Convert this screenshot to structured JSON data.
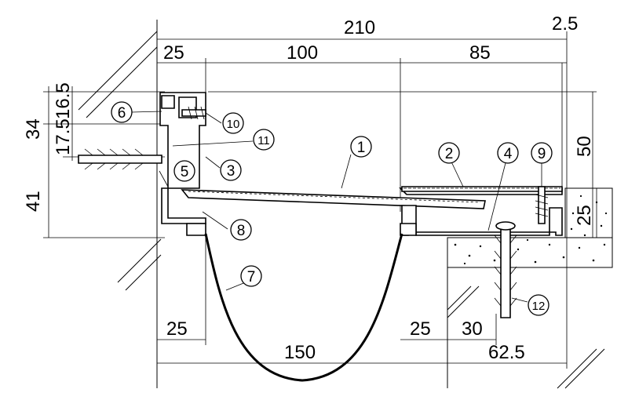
{
  "dimensions": {
    "overall_width": "210",
    "gap_right": "2.5",
    "left_flange": "25",
    "cover_width": "100",
    "right_part": "85",
    "h_16_5": "16.5",
    "h_34": "34",
    "h_17_5": "17.5",
    "h_41": "41",
    "h_50": "50",
    "slab_25": "25",
    "bottom_left_25": "25",
    "bottom_right_25": "25",
    "bottom_30": "30",
    "opening_150": "150",
    "overall_62_5": "62.5"
  },
  "callouts": [
    "1",
    "2",
    "3",
    "4",
    "5",
    "6",
    "7",
    "8",
    "9",
    "10",
    "11",
    "12"
  ]
}
